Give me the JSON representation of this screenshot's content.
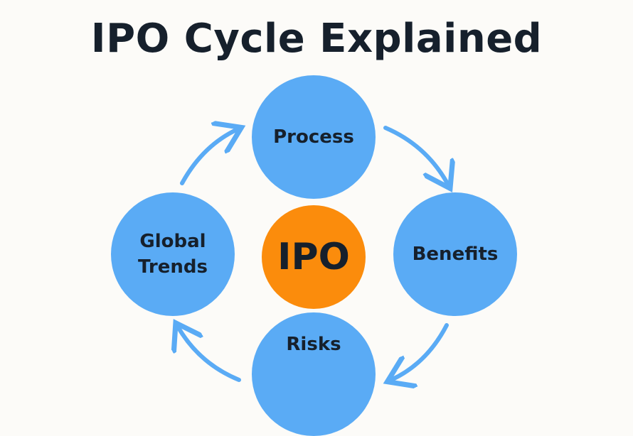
{
  "title": "IPO Cycle Explained",
  "center": {
    "label": "IPO",
    "color": "#fb8c0c"
  },
  "nodes": [
    {
      "label": "Process",
      "color": "#5aabf5"
    },
    {
      "label": "Benefits",
      "color": "#5aabf5"
    },
    {
      "label": "Risks",
      "color": "#5aabf5"
    },
    {
      "label": "Global Trends",
      "color": "#5aabf5"
    }
  ],
  "arrow_color": "#5aabf5"
}
